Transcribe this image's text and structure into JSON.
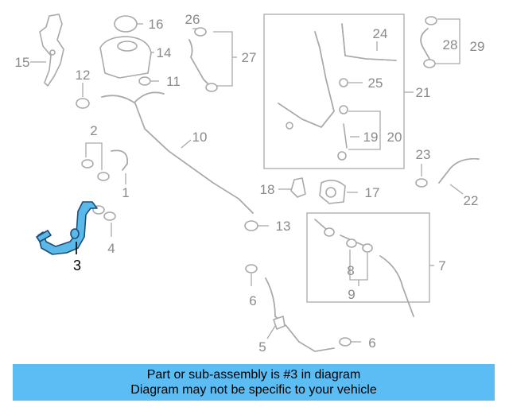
{
  "diagram": {
    "highlight_part": "3",
    "callouts": {
      "c1": "1",
      "c2": "2",
      "c3": "3",
      "c4": "4",
      "c5": "5",
      "c6a": "6",
      "c6b": "6",
      "c7": "7",
      "c8": "8",
      "c9": "9",
      "c10": "10",
      "c11": "11",
      "c12": "12",
      "c13": "13",
      "c14": "14",
      "c15": "15",
      "c16": "16",
      "c17": "17",
      "c18": "18",
      "c19": "19",
      "c20": "20",
      "c21": "21",
      "c22": "22",
      "c23": "23",
      "c24": "24",
      "c25": "25",
      "c26": "26",
      "c27": "27",
      "c28": "28",
      "c29": "29"
    },
    "colors": {
      "highlight_fill": "#5bb9ea",
      "highlight_outline": "#1c4d7a",
      "line_art": "#a9a9a9",
      "banner": "#5bbdf4"
    }
  },
  "footer": {
    "line1": "Part or sub-assembly is #3 in diagram",
    "line2": "Diagram may not be specific to your vehicle"
  }
}
